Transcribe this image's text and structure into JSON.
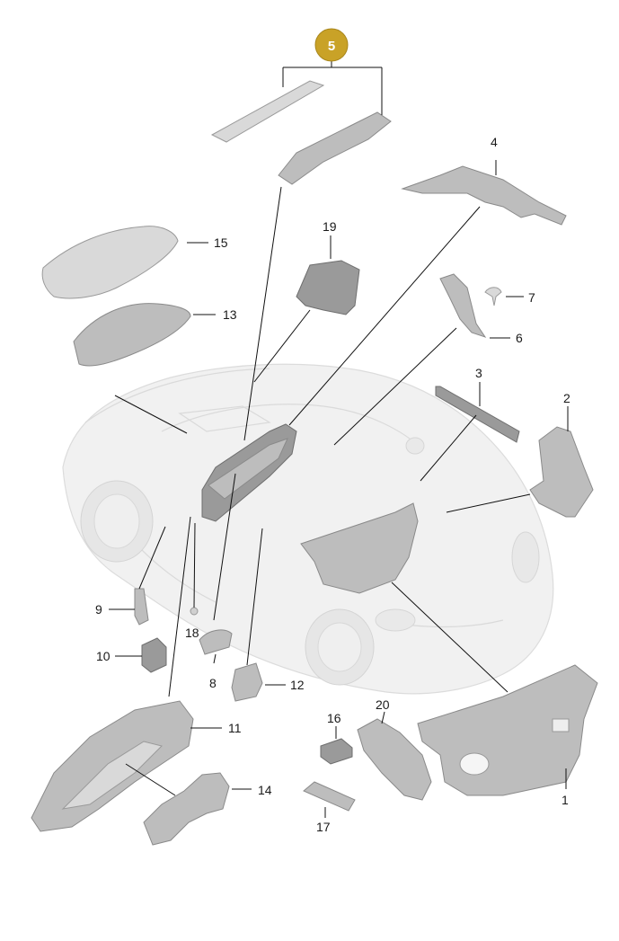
{
  "assembly_badge": {
    "number": "5",
    "color": "#c9a227"
  },
  "callouts": [
    {
      "id": "1",
      "label": "1"
    },
    {
      "id": "2",
      "label": "2"
    },
    {
      "id": "3",
      "label": "3"
    },
    {
      "id": "4",
      "label": "4"
    },
    {
      "id": "6",
      "label": "6"
    },
    {
      "id": "7",
      "label": "7"
    },
    {
      "id": "8",
      "label": "8"
    },
    {
      "id": "9",
      "label": "9"
    },
    {
      "id": "10",
      "label": "10"
    },
    {
      "id": "11",
      "label": "11"
    },
    {
      "id": "12",
      "label": "12"
    },
    {
      "id": "13",
      "label": "13"
    },
    {
      "id": "14",
      "label": "14"
    },
    {
      "id": "15",
      "label": "15"
    },
    {
      "id": "16",
      "label": "16"
    },
    {
      "id": "17",
      "label": "17"
    },
    {
      "id": "18",
      "label": "18"
    },
    {
      "id": "19",
      "label": "19"
    },
    {
      "id": "20",
      "label": "20"
    }
  ]
}
